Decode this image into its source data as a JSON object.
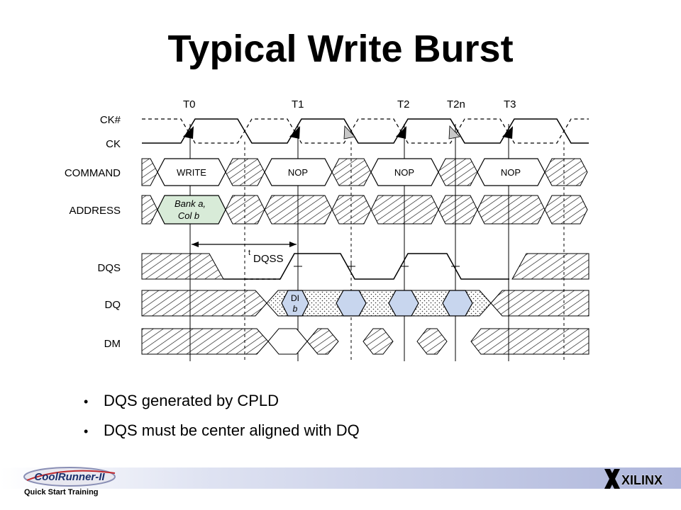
{
  "title": "Typical Write Burst",
  "timing_diagram": {
    "clock_labels": [
      "T0",
      "T1",
      "T2",
      "T2n",
      "T3"
    ],
    "signal_labels": [
      "CK#",
      "CK",
      "COMMAND",
      "ADDRESS",
      "DQS",
      "DQ",
      "DM"
    ],
    "commands": [
      "WRITE",
      "NOP",
      "NOP",
      "NOP"
    ],
    "address": {
      "line1": "Bank a,",
      "line2": "Col b"
    },
    "dqss": {
      "t": "t",
      "sub": "DQSS"
    },
    "dq_first": {
      "line1": "DI",
      "line2": "b"
    }
  },
  "bullets": [
    "DQS generated by CPLD",
    "DQS must be center aligned with DQ"
  ],
  "footer": {
    "logo_text": "CoolRunner-II",
    "subtitle": "Quick Start Training",
    "brand": "XILINX"
  },
  "colors": {
    "green_fill": "#d8ebd8",
    "blue_fill": "#c8d6ee",
    "footer_band": "#aeb6db",
    "logo_red": "#c0282d"
  },
  "icons": [
    "clock-edge-arrow-icon",
    "xilinx-x-icon",
    "coolrunner-swoosh-icon"
  ]
}
